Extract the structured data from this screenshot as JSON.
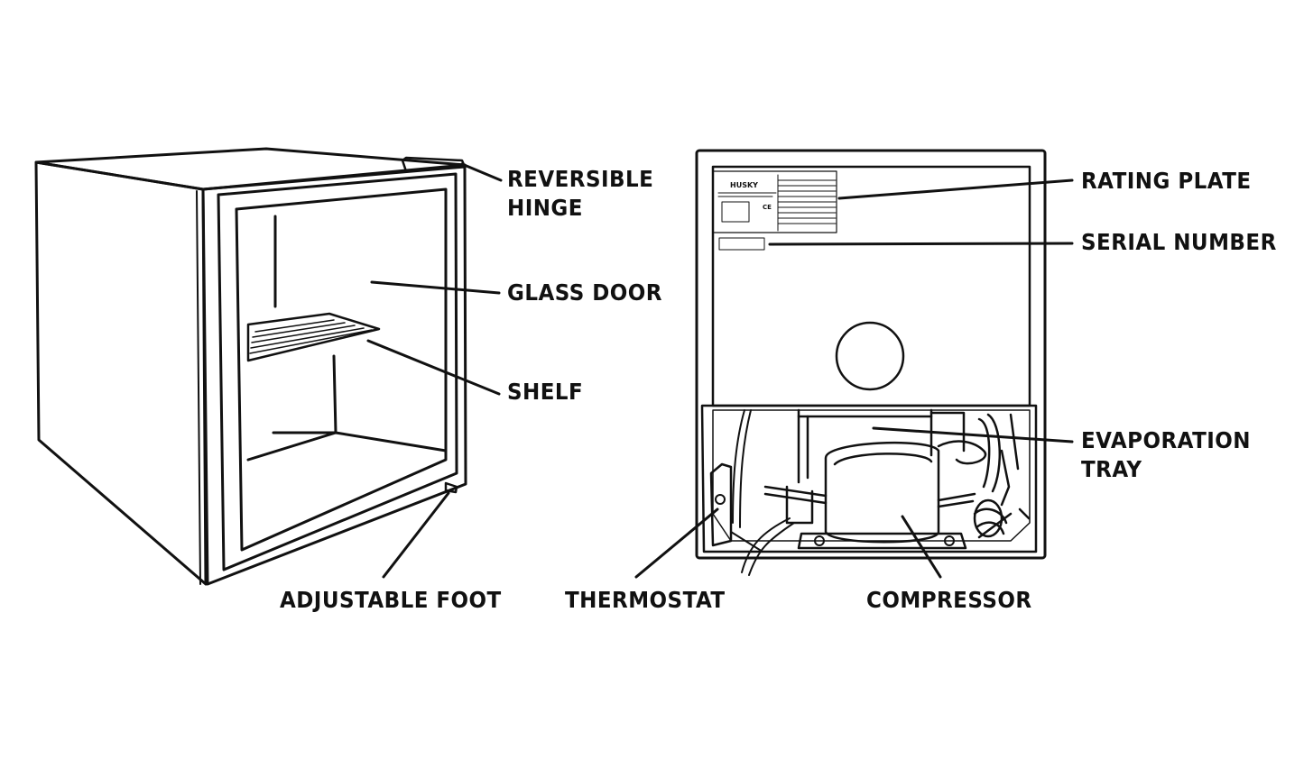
{
  "labels": {
    "reversible_hinge": [
      "REVERSIBLE",
      "HINGE"
    ],
    "glass_door": "GLASS DOOR",
    "shelf": "SHELF",
    "adjustable_foot": "ADJUSTABLE FOOT",
    "rating_plate": "RATING PLATE",
    "serial_number": "SERIAL NUMBER",
    "evaporation_tray": [
      "EVAPORATION",
      "TRAY"
    ],
    "thermostat": "THERMOSTAT",
    "compressor": "COMPRESSOR"
  },
  "plate": {
    "brand": "HUSKY",
    "ce_mark": "CE"
  },
  "colors": {
    "line": "#111111",
    "background": "#ffffff"
  }
}
